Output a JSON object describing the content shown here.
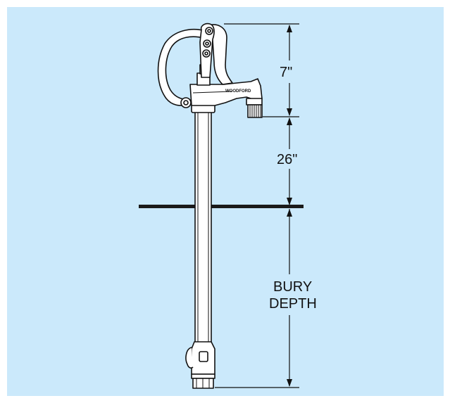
{
  "diagram": {
    "brand": "WOODFORD",
    "dimensions": {
      "top_height": "7\"",
      "riser_height": "26\"",
      "bury_line1": "BURY",
      "bury_line2": "DEPTH"
    },
    "colors": {
      "background": "#cbe9fb",
      "line": "#111111",
      "fill": "#ffffff",
      "ground": "#1a1a1a"
    }
  }
}
